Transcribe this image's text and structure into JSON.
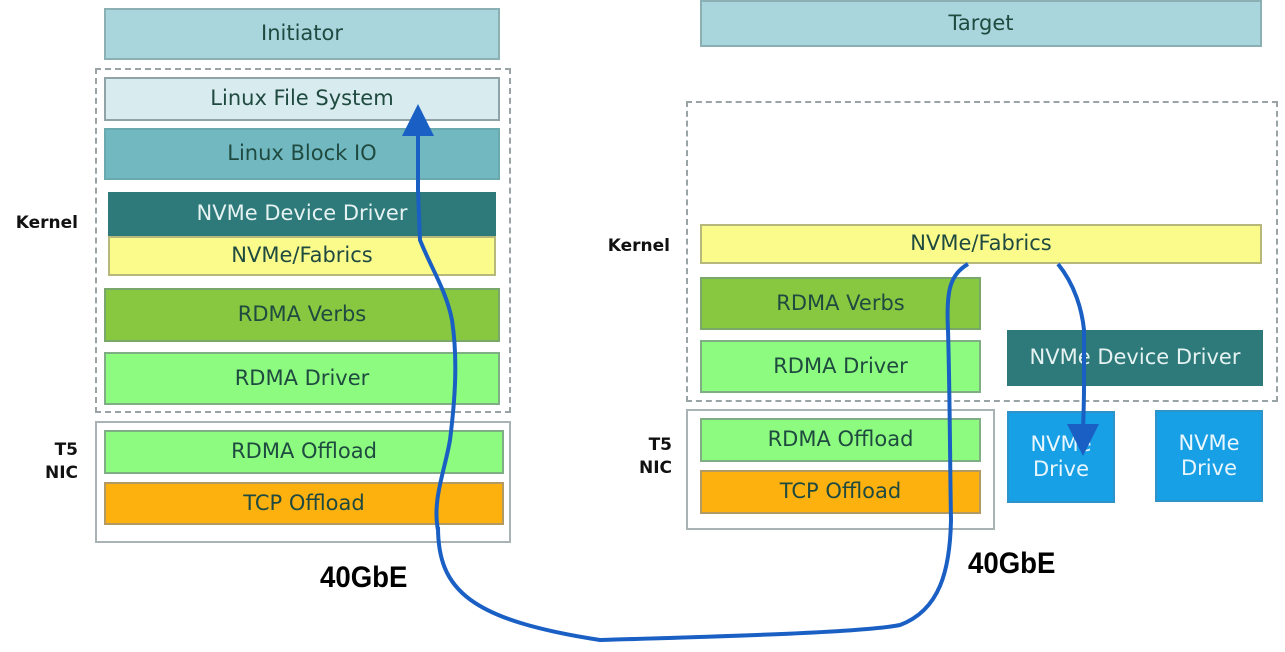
{
  "initiator": {
    "title": "Initiator",
    "kernel_label": "Kernel",
    "nic_label_line1": "T5",
    "nic_label_line2": "NIC",
    "layers": {
      "file_system": "Linux File System",
      "block_io": "Linux Block IO",
      "nvme_device_driver": "NVMe Device Driver",
      "nvme_fabrics": "NVMe/Fabrics",
      "rdma_verbs": "RDMA Verbs",
      "rdma_driver": "RDMA Driver",
      "rdma_offload": "RDMA Offload",
      "tcp_offload": "TCP Offload"
    },
    "link_speed": "40GbE"
  },
  "target": {
    "title": "Target",
    "kernel_label": "Kernel",
    "nic_label_line1": "T5",
    "nic_label_line2": "NIC",
    "layers": {
      "nvme_fabrics": "NVMe/Fabrics",
      "rdma_verbs": "RDMA Verbs",
      "rdma_driver": "RDMA Driver",
      "nvme_device_driver": "NVMe Device Driver",
      "rdma_offload": "RDMA Offload",
      "tcp_offload": "TCP Offload"
    },
    "drives": [
      "NVMe\nDrive",
      "NVMe\nDrive"
    ],
    "link_speed": "40GbE"
  },
  "colors": {
    "header": "#a8d6dc",
    "file_system": "#d8ebee",
    "block_io": "#72b8c0",
    "nvme_device_driver": "#2e7a7a",
    "nvme_fabrics": "#fbfb8c",
    "rdma_verbs": "#88c840",
    "rdma_light": "#8cfb7f",
    "tcp_offload": "#fdb10e",
    "drive": "#17a0e6",
    "link": "#1a5fc4"
  }
}
